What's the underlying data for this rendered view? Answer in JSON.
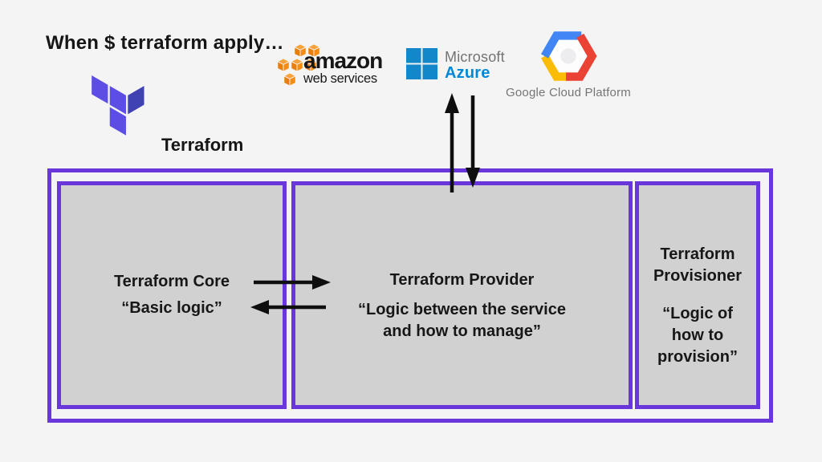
{
  "title": "When $ terraform apply…",
  "terraform": {
    "label": "Terraform"
  },
  "logos": {
    "aws": {
      "line1": "amazon",
      "line2": "web services"
    },
    "azure": {
      "line1": "Microsoft",
      "line2": "Azure"
    },
    "gcp": {
      "label": "Google Cloud Platform"
    }
  },
  "boxes": {
    "core": {
      "title": "Terraform Core",
      "subtitle": "“Basic logic”"
    },
    "provider": {
      "title": "Terraform Provider",
      "subtitle": "“Logic between the service and how to manage”"
    },
    "provisioner": {
      "title": "Terraform Provisioner",
      "subtitle": "“Logic of how to provision”"
    }
  },
  "icons": {
    "terraform_logo": "terraform-t-mark",
    "aws_cubes": "orange-isometric-cubes",
    "azure_window": "blue-window-flag",
    "gcp_hexagon": "tricolor-hexagon-ring",
    "vertical_arrows": "up-down-black-arrows",
    "horizontal_arrows": "right-left-black-arrows"
  },
  "colors": {
    "background": "#F5F4F5",
    "frame_purple": "#6936DC",
    "box_gray": "#D2D1D2",
    "terraform_purple": "#5C4EE5",
    "terraform_dark_purple": "#4042B4",
    "aws_orange": "#F68D11",
    "azure_window_blue": "#1287C9",
    "azure_text_blue": "#0089D6",
    "microsoft_gray": "#737373",
    "gcp_blue": "#4285F4",
    "gcp_red": "#EA4335",
    "gcp_yellow": "#FBBC05",
    "gcp_text_gray": "#757575",
    "arrow_black": "#0E0E0E",
    "text_black": "#161616"
  }
}
